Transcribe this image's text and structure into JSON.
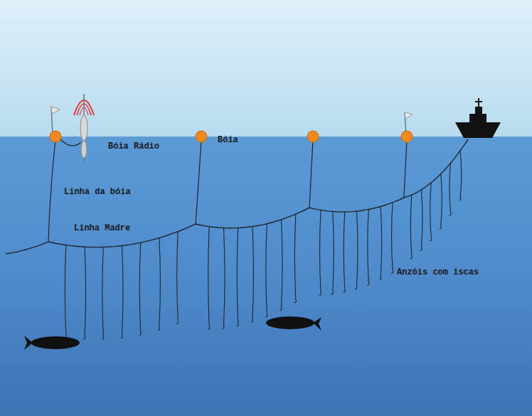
{
  "diagram": {
    "labels": [
      "Bóia Rádio",
      "Bóia",
      "Linha da bóia",
      "Linha Madre",
      "Anzóis com iscas"
    ]
  }
}
